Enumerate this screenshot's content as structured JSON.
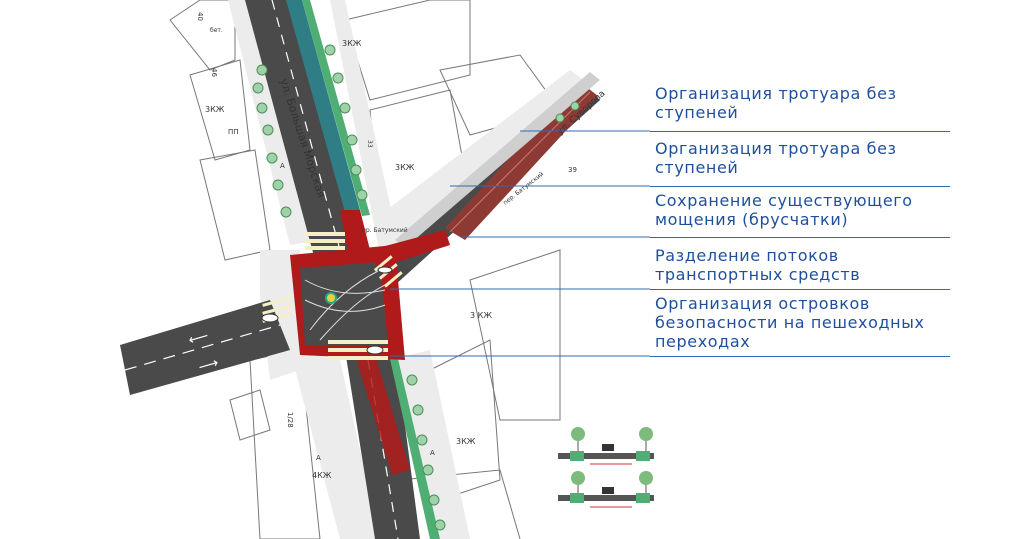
{
  "callouts": [
    {
      "text": "Организация тротуара без ступеней"
    },
    {
      "text": "Организация тротуара без ступеней"
    },
    {
      "text": "Сохранение существующего мощения (брусчатки)"
    },
    {
      "text": "Разделение потоков транспортных средств"
    },
    {
      "text": "Организация островков безопасности на пешеходных переходах"
    }
  ],
  "map_labels": {
    "street_main": "ул. Большая Морская",
    "street_diag": "ул. Суворова",
    "street_diag_small": "пер. Батумский",
    "street_small2": "пр. Батумский",
    "building_top_left": "3КЖ",
    "building_top_right": "3КЖ",
    "building_mid_right": "3КЖ",
    "building_lower_right": "3 КЖ",
    "building_bottom_right": "3КЖ",
    "building_bottom_left": "4КЖ",
    "house_40": "40",
    "house_46": "46",
    "house_bet": "бет.",
    "house_33": "33",
    "house_39": "39",
    "house_1_28": "1/28",
    "letter_a1": "А",
    "letter_a2": "А",
    "letter_a3": "А",
    "pp": "ПП"
  },
  "colors": {
    "road": "#4a4a4a",
    "red_zone": "#b11a1a",
    "green_strip": "#4fae73",
    "teal_lane": "#2f7e86",
    "brick_paving": "#8e3a34",
    "callout_text": "#1f4f9c",
    "callout_line": "#2d6bb5"
  }
}
